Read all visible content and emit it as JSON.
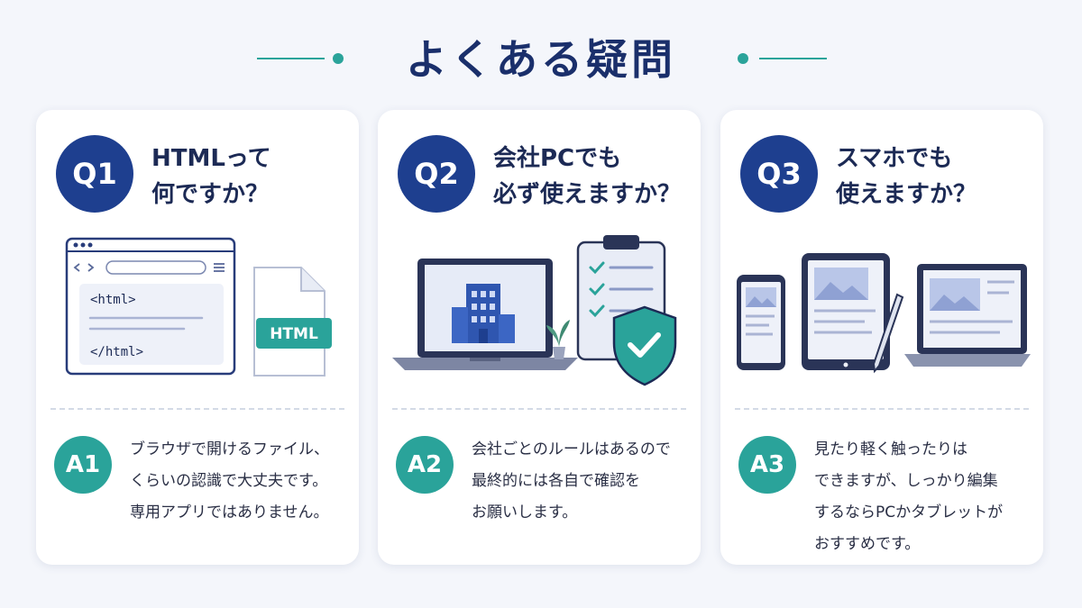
{
  "page": {
    "title": "よくある疑問"
  },
  "colors": {
    "navy": "#1e3f8f",
    "teal": "#2aa39a",
    "background": "#f4f6fb",
    "card": "#ffffff"
  },
  "cards": [
    {
      "q_label": "Q1",
      "question_lines": [
        "HTMLって",
        "何ですか？"
      ],
      "illustration": {
        "icons": [
          "browser-window-icon",
          "html-file-icon"
        ],
        "code_open": "<html>",
        "code_close": "</html>",
        "file_label": "HTML"
      },
      "a_label": "A1",
      "answer_lines": [
        "ブラウザで開けるファイル、",
        "くらいの認識で大丈夫です。",
        "専用アプリではありません。"
      ]
    },
    {
      "q_label": "Q2",
      "question_lines": [
        "会社PCでも",
        "必ず使えますか？"
      ],
      "illustration": {
        "icons": [
          "laptop-icon",
          "office-building-icon",
          "plant-icon",
          "clipboard-checklist-icon",
          "shield-check-icon"
        ]
      },
      "a_label": "A2",
      "answer_lines": [
        "会社ごとのルールはあるので",
        "最終的には各自で確認を",
        "お願いします。"
      ]
    },
    {
      "q_label": "Q3",
      "question_lines": [
        "スマホでも",
        "使えますか？"
      ],
      "illustration": {
        "icons": [
          "smartphone-icon",
          "tablet-icon",
          "stylus-icon",
          "laptop-icon"
        ]
      },
      "a_label": "A3",
      "answer_lines": [
        "見たり軽く触ったりは",
        "できますが、しっかり編集",
        "するならPCかタブレットが",
        "おすすめです。"
      ]
    }
  ]
}
